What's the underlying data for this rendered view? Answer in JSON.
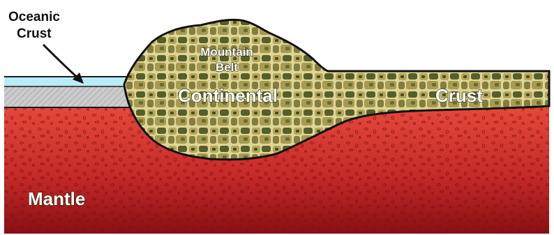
{
  "labels": {
    "oceanic_crust_line1": "Oceanic",
    "oceanic_crust_line2": "Crust",
    "mountain_belt_line1": "Mountain",
    "mountain_belt_line2": "Belt",
    "continental": "Continental",
    "crust": "Crust",
    "mantle": "Mantle"
  },
  "colors": {
    "ocean_water": "#b9ecf7",
    "oceanic_crust": "#c9c9c9",
    "continental_crust": "#b0a258",
    "continental_dark": "#3f4a1c",
    "continental_light": "#e7dfa0",
    "mantle_top": "#e04438",
    "mantle_bottom": "#8a0f13",
    "outline": "#111111"
  }
}
